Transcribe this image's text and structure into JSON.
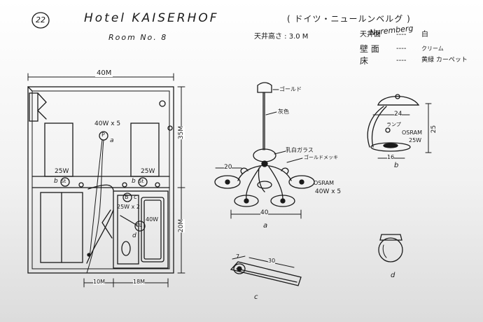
{
  "header": {
    "page_number": "22",
    "hotel_name": "Hotel KAISERHOF",
    "location_jp": "( ドイツ・ニュールンベルグ )",
    "location_en": "Nuremberg",
    "room_no": "Room No. 8",
    "ceiling_height": "天井高さ : 3.0 M"
  },
  "finishes": [
    {
      "surface": "天井面",
      "dash": "----",
      "material": "白"
    },
    {
      "surface": "壁 面",
      "dash": "----",
      "material": "クリーム"
    },
    {
      "surface": "床",
      "dash": "----",
      "material": "黄緑 カーペット"
    }
  ],
  "floor_plan": {
    "width_dim": "40M",
    "height_dim_upper": "35M",
    "height_dim_lower": "20M",
    "bottom_dim_left": "10M",
    "bottom_dim_right": "18M",
    "ceiling_lamp": "40W x 5",
    "ceiling_lamp_code": "a",
    "bed_lamp_left": "25W",
    "bed_lamp_right": "25W",
    "st_label": "St",
    "p_label": "P",
    "b_label": "b",
    "b2_label": "b",
    "bath_b": "B",
    "bath_c": "c",
    "bath_lamp": "25W x 2",
    "bath_cl": "CL",
    "bath_cl_w": "40W",
    "bath_d": "d"
  },
  "chandelier": {
    "gold": "ゴールド",
    "grey": "灰色",
    "glass": "乳白ガラス",
    "plating": "ゴールドメッキ",
    "dim_20": "20",
    "dim_40": "40",
    "osram": "OSRAM",
    "watt": "40W x 5",
    "label": "a"
  },
  "desk_lamp": {
    "dim_24": "24",
    "dim_25": "25",
    "dim_16": "16",
    "lamp_jp": "ランプ",
    "osram": "OSRAM",
    "watt": "25W",
    "label": "b"
  },
  "wall_light": {
    "dim_7": "7",
    "dim_30": "30",
    "label": "c"
  },
  "bath_light": {
    "label": "d"
  }
}
